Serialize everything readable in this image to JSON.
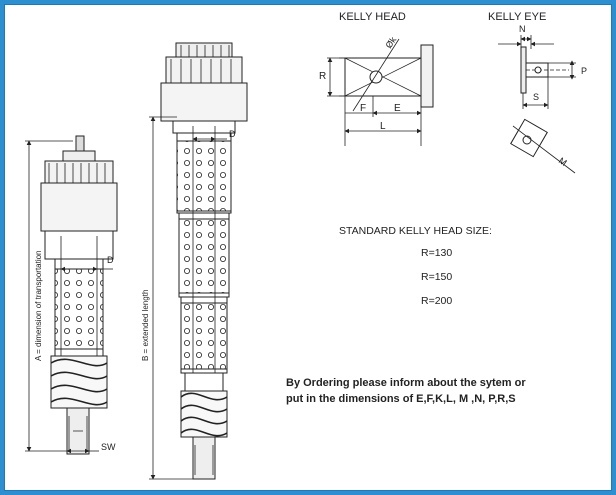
{
  "headings": {
    "kelly_head": "KELLY HEAD",
    "kelly_eye": "KELLY EYE"
  },
  "dims": {
    "A": "A = dimension of transportation",
    "B": "B = extended length",
    "D": "D",
    "SW": "SW",
    "R": "R",
    "F": "F",
    "E": "E",
    "L": "L",
    "phi_k": "Øk",
    "N": "N",
    "P": "P",
    "S": "S",
    "M": "M"
  },
  "sizes": {
    "title": "STANDARD KELLY HEAD SIZE:",
    "values": [
      "R=130",
      "R=150",
      "R=200"
    ]
  },
  "note": {
    "line1": "By Ordering  please inform about the sytem or",
    "line2": "put in the dimensions of E,F,K,L, M ,N, P,R,S"
  },
  "colors": {
    "background": "#2d8fd0",
    "ink": "#222222"
  }
}
